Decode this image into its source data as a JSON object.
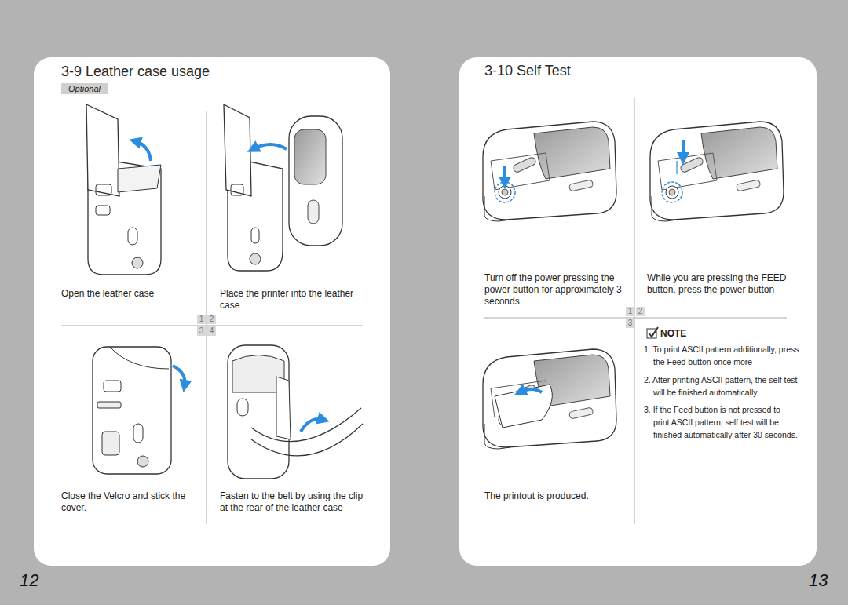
{
  "diagram": {
    "nodes": [
      {
        "text": [
          "3-9 Leather case usage"
        ]
      },
      {
        "text": [
          "Optional"
        ],
        "in": 0
      },
      {
        "text": [
          "3-10 Self Test"
        ]
      }
    ],
    "labels": [
      "Open the leather case",
      "Place the printer into the leather case",
      "1",
      "2",
      "3",
      "4",
      "Close the Velcro and stick the cover.",
      "Fasten to the belt by using the clip at the rear of the leather case",
      "Turn off the power pressing the power button for approximately 3 seconds.",
      "While you are pressing the FEED button, press the power button",
      "1",
      "2",
      "3",
      "NOTE",
      "1. To print ASCII pattern additionally, press the Feed button once more",
      "2. After printing ASCII pattern, the self test will be finished automatically.",
      "3. If the Feed button is not pressed to print ASCII pattern, self test will be finished automatically after 30 seconds.",
      "The printout is produced.",
      "12",
      "13"
    ]
  }
}
